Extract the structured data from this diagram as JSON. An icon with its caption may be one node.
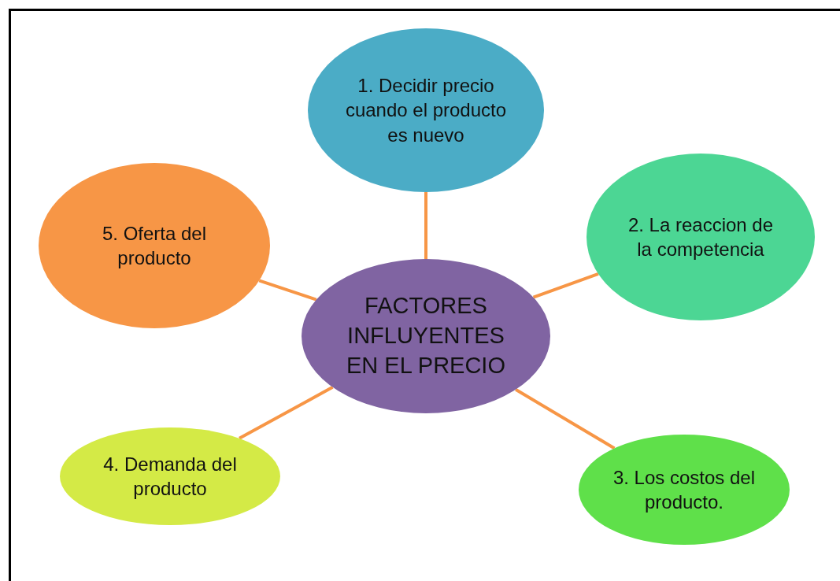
{
  "diagram": {
    "nodes": [
      {
        "text": [
          "FACTORES INFLUYENTES EN EL PRECIO"
        ]
      },
      {
        "text": [
          "1. Decidir precio cuando el producto es nuevo"
        ]
      },
      {
        "text": [
          "2. La reaccion de la competencia"
        ]
      },
      {
        "text": [
          "3. Los costos del producto."
        ]
      },
      {
        "text": [
          "4. Demanda del producto"
        ]
      },
      {
        "text": [
          "5. Oferta del producto"
        ]
      }
    ],
    "edges": [
      {
        "from": 0,
        "to": 1,
        "arrow": "none"
      },
      {
        "from": 0,
        "to": 2,
        "arrow": "none"
      },
      {
        "from": 0,
        "to": 3,
        "arrow": "none"
      },
      {
        "from": 0,
        "to": 4,
        "arrow": "none"
      },
      {
        "from": 0,
        "to": 5,
        "arrow": "none"
      }
    ]
  }
}
